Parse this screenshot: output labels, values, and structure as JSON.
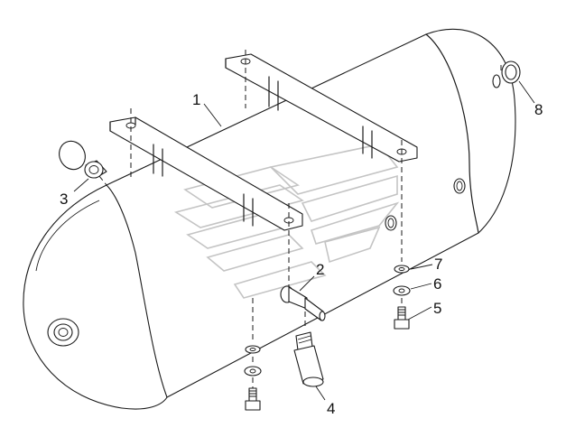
{
  "callouts": {
    "c1": "1",
    "c2": "2",
    "c3": "3",
    "c4": "4",
    "c5": "5",
    "c6": "6",
    "c7": "7",
    "c8": "8"
  },
  "icons": {
    "watermark": "chevron-logo-watermark"
  }
}
